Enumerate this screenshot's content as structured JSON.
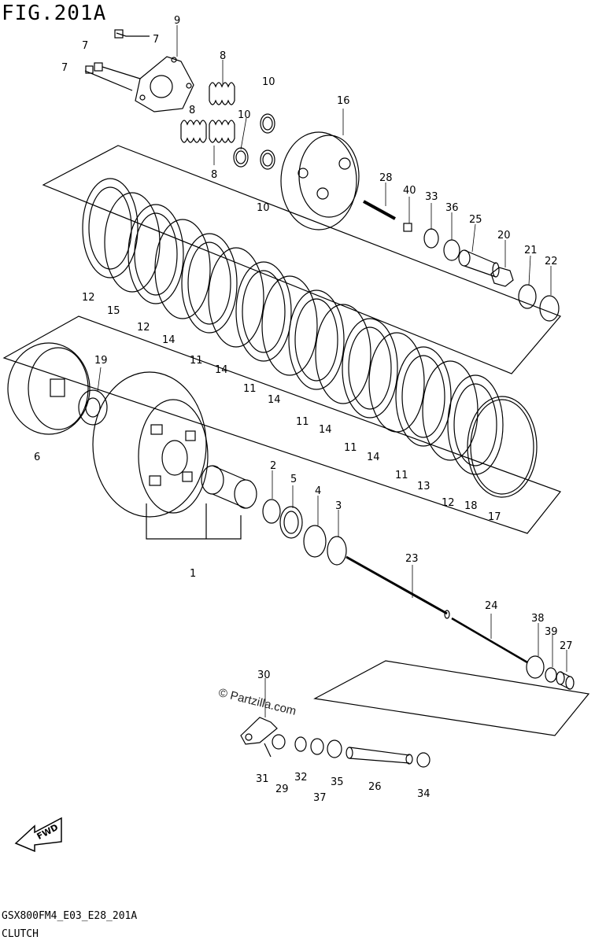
{
  "figure_title": "FIG.201A",
  "footer": {
    "code": "GSX800FM4_E03_E28_201A",
    "section": "CLUTCH"
  },
  "watermark": "© Partzilla.com",
  "fwd_label": "FWD",
  "callouts": [
    {
      "id": "c9a",
      "text": "9"
    },
    {
      "id": "c7a",
      "text": "7"
    },
    {
      "id": "c7b",
      "text": "7"
    },
    {
      "id": "c7c",
      "text": "7"
    },
    {
      "id": "c8a",
      "text": "8"
    },
    {
      "id": "c8b",
      "text": "8"
    },
    {
      "id": "c8c",
      "text": "8"
    },
    {
      "id": "c10a",
      "text": "10"
    },
    {
      "id": "c10b",
      "text": "10"
    },
    {
      "id": "c10c",
      "text": "10"
    },
    {
      "id": "c16",
      "text": "16"
    },
    {
      "id": "c28",
      "text": "28"
    },
    {
      "id": "c40",
      "text": "40"
    },
    {
      "id": "c33",
      "text": "33"
    },
    {
      "id": "c36",
      "text": "36"
    },
    {
      "id": "c25",
      "text": "25"
    },
    {
      "id": "c20",
      "text": "20"
    },
    {
      "id": "c21",
      "text": "21"
    },
    {
      "id": "c22",
      "text": "22"
    },
    {
      "id": "c12a",
      "text": "12"
    },
    {
      "id": "c15",
      "text": "15"
    },
    {
      "id": "c12b",
      "text": "12"
    },
    {
      "id": "c14a",
      "text": "14"
    },
    {
      "id": "c11a",
      "text": "11"
    },
    {
      "id": "c14b",
      "text": "14"
    },
    {
      "id": "c11b",
      "text": "11"
    },
    {
      "id": "c14c",
      "text": "14"
    },
    {
      "id": "c11c",
      "text": "11"
    },
    {
      "id": "c14d",
      "text": "14"
    },
    {
      "id": "c11d",
      "text": "11"
    },
    {
      "id": "c14e",
      "text": "14"
    },
    {
      "id": "c11e",
      "text": "11"
    },
    {
      "id": "c13",
      "text": "13"
    },
    {
      "id": "c12c",
      "text": "12"
    },
    {
      "id": "c18",
      "text": "18"
    },
    {
      "id": "c17",
      "text": "17"
    },
    {
      "id": "c19",
      "text": "19"
    },
    {
      "id": "c6",
      "text": "6"
    },
    {
      "id": "c2",
      "text": "2"
    },
    {
      "id": "c5",
      "text": "5"
    },
    {
      "id": "c4",
      "text": "4"
    },
    {
      "id": "c3",
      "text": "3"
    },
    {
      "id": "c1",
      "text": "1"
    },
    {
      "id": "c23",
      "text": "23"
    },
    {
      "id": "c24",
      "text": "24"
    },
    {
      "id": "c38",
      "text": "38"
    },
    {
      "id": "c39",
      "text": "39"
    },
    {
      "id": "c27",
      "text": "27"
    },
    {
      "id": "c30",
      "text": "30"
    },
    {
      "id": "c31",
      "text": "31"
    },
    {
      "id": "c29",
      "text": "29"
    },
    {
      "id": "c32",
      "text": "32"
    },
    {
      "id": "c37",
      "text": "37"
    },
    {
      "id": "c35",
      "text": "35"
    },
    {
      "id": "c26",
      "text": "26"
    },
    {
      "id": "c34",
      "text": "34"
    }
  ]
}
